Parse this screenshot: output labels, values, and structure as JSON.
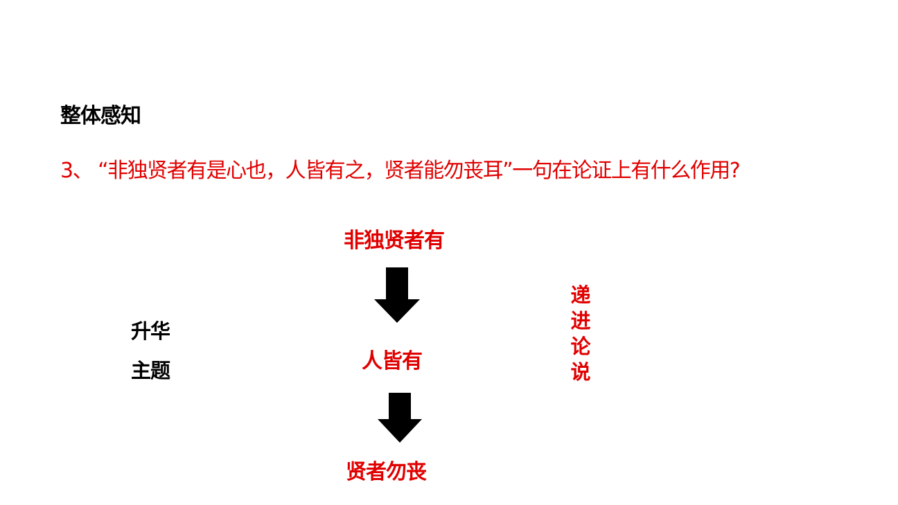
{
  "slide": {
    "section_title": "整体感知",
    "question": "3、 “非独贤者有是心也，人皆有之，贤者能勿丧耳”一句在论证上有什么作用?",
    "flow": {
      "nodes": [
        "非独贤者有",
        "人皆有",
        "贤者勿丧"
      ],
      "arrow_icon": "down-arrow-icon"
    },
    "side_labels": [
      "升华",
      "主题"
    ],
    "vertical_label": "递进论说",
    "colors": {
      "accent_red": "#e00000",
      "text_black": "#000000",
      "background": "#ffffff"
    }
  }
}
